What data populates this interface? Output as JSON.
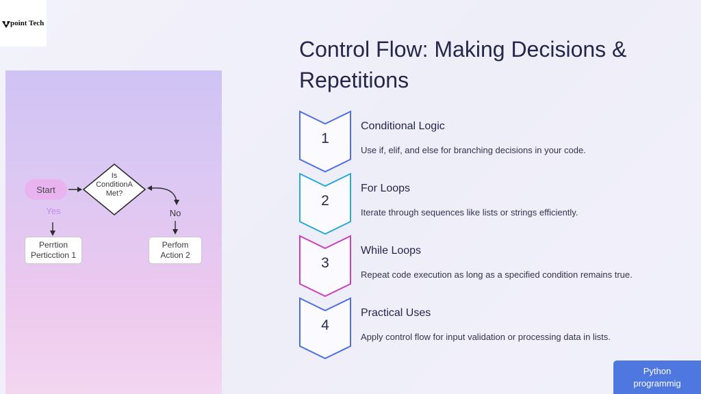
{
  "logo": {
    "text": "point Tech",
    "icon": "diamond-logo-icon"
  },
  "title": "Control Flow: Making Decisions & Repetitions",
  "flowchart": {
    "start": "Start",
    "decision": "Is\nConditionA\nMet?",
    "yes": "Yes",
    "no": "No",
    "box_left": "Perrtion\nPerticction 1",
    "box_right": "Perfom\nAction 2",
    "colors": {
      "start_fill": "#e8b3ef",
      "yes_text": "#c58be8"
    }
  },
  "steps": [
    {
      "number": "1",
      "title": "Conditional Logic",
      "description": "Use if, elif, and else for branching decisions in your code.",
      "color": "#4c6fe0"
    },
    {
      "number": "2",
      "title": "For Loops",
      "description": "Iterate through sequences like lists or strings efficiently.",
      "color": "#2aa8d8"
    },
    {
      "number": "3",
      "title": "While Loops",
      "description": "Repeat code execution as long as a specified condition remains true.",
      "color": "#c83fc0"
    },
    {
      "number": "4",
      "title": "Practical Uses",
      "description": "Apply control flow for input validation or processing data in lists.",
      "color": "#4c6fe0"
    }
  ],
  "footer_button": "Python\nprogrammig",
  "colors": {
    "accent": "#4e78df",
    "title": "#26264a"
  }
}
